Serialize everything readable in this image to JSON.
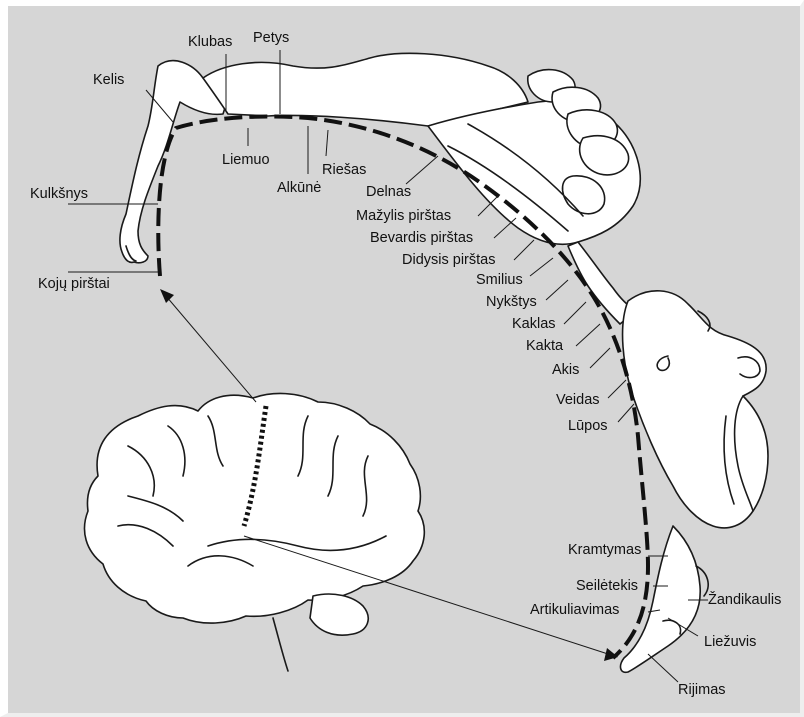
{
  "labels": {
    "klubas": "Klubas",
    "petys": "Petys",
    "kelis": "Kelis",
    "liemuo": "Liemuo",
    "alkune": "Alkūnė",
    "riesas": "Riešas",
    "kulksnys": "Kulkšnys",
    "delnas": "Delnas",
    "mazylis": "Mažylis pirštas",
    "bevardis": "Bevardis pirštas",
    "didysis": "Didysis pirštas",
    "koju_pirstai": "Kojų pirštai",
    "smilius": "Smilius",
    "nykstys": "Nykštys",
    "kaklas": "Kaklas",
    "kakta": "Kakta",
    "akis": "Akis",
    "veidas": "Veidas",
    "lupos": "Lūpos",
    "kramtymas": "Kramtymas",
    "seiletekis": "Seilėtekis",
    "artikuliavimas": "Artikuliavimas",
    "zandikaulis": "Žandikaulis",
    "liezuvis": "Liežuvis",
    "rijimas": "Rijimas"
  }
}
